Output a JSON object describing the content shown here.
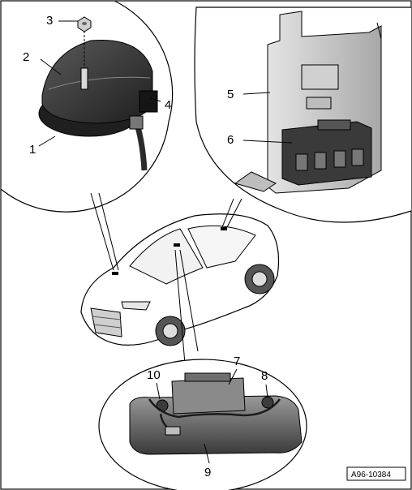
{
  "callouts": [
    {
      "key": "c1",
      "number": "1"
    },
    {
      "key": "c2",
      "number": "2"
    },
    {
      "key": "c3",
      "number": "3"
    },
    {
      "key": "c4",
      "number": "4"
    },
    {
      "key": "c5",
      "number": "5"
    },
    {
      "key": "c6",
      "number": "6"
    },
    {
      "key": "c7",
      "number": "7"
    },
    {
      "key": "c8",
      "number": "8"
    },
    {
      "key": "c9",
      "number": "9"
    },
    {
      "key": "c10",
      "number": "10"
    }
  ],
  "reference_code": "A96-10384",
  "colors": {
    "line": "#000000",
    "dark_part": "#2e2e2e",
    "mid_part": "#7a7a7a",
    "light_part": "#c8c8c8",
    "background": "#ffffff"
  }
}
